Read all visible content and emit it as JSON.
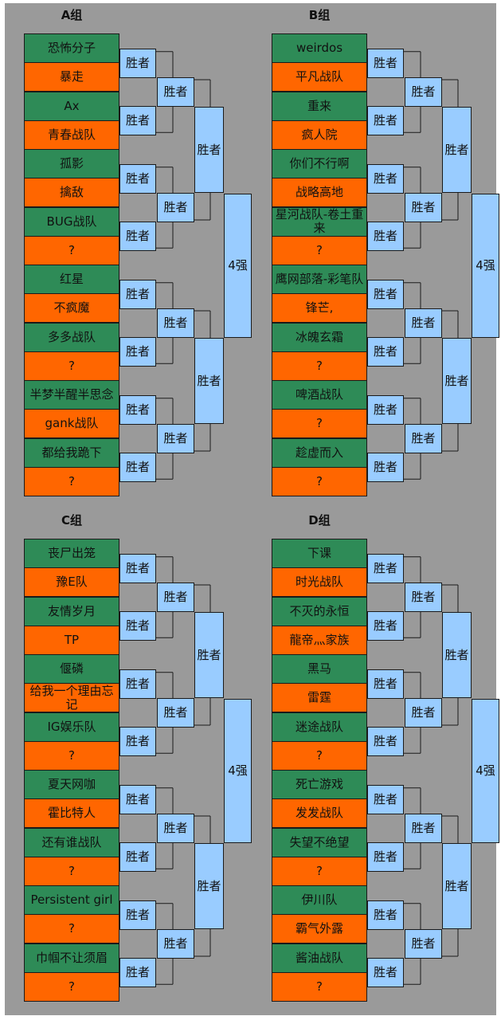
{
  "groups": [
    {
      "title": "A组",
      "teams": [
        "恐怖分子",
        "暴走",
        "Ax",
        "青春战队",
        "孤影",
        "擒敌",
        "BUG战队",
        "?",
        "红星",
        "不疯魔",
        "多多战队",
        "?",
        "半梦半醒半思念",
        "gank战队",
        "都给我跪下",
        "?"
      ],
      "winner_label": "胜者",
      "final_label": "4强"
    },
    {
      "title": "B组",
      "teams": [
        "weirdos",
        "平凡战队",
        "重来",
        "疯人院",
        "你们不行啊",
        "战略高地",
        "星河战队-卷土重来",
        "?",
        "鹰网部落-彩笔队",
        "锋芒,",
        "冰魄玄霜",
        "?",
        "啤酒战队",
        "?",
        "趁虚而入",
        "?"
      ],
      "winner_label": "胜者",
      "final_label": "4强"
    },
    {
      "title": "C组",
      "teams": [
        "丧尸出笼",
        "豫E队",
        "友情岁月",
        "TP",
        "偃磷",
        "给我一个理由忘记",
        "IG娱乐队",
        "?",
        "夏天网咖",
        "霍比特人",
        "还有谁战队",
        "?",
        "Persistent girl",
        "?",
        "巾帼不让须眉",
        "?"
      ],
      "winner_label": "胜者",
      "final_label": "4强"
    },
    {
      "title": "D组",
      "teams": [
        "下课",
        "时光战队",
        "不灭的永恒",
        "龍帝灬家族",
        "黑马",
        "雷霆",
        "迷途战队",
        "?",
        "死亡游戏",
        "发发战队",
        "失望不绝望",
        "?",
        "伊川队",
        "霸气外露",
        "酱油战队",
        "?"
      ],
      "winner_label": "胜者",
      "final_label": "4强"
    }
  ],
  "colors": {
    "background": "#9a9a9a",
    "team_odd": "#2e8b57",
    "team_even": "#ff6600",
    "winner_box": "#99ccff",
    "border": "#1a1a1a"
  }
}
